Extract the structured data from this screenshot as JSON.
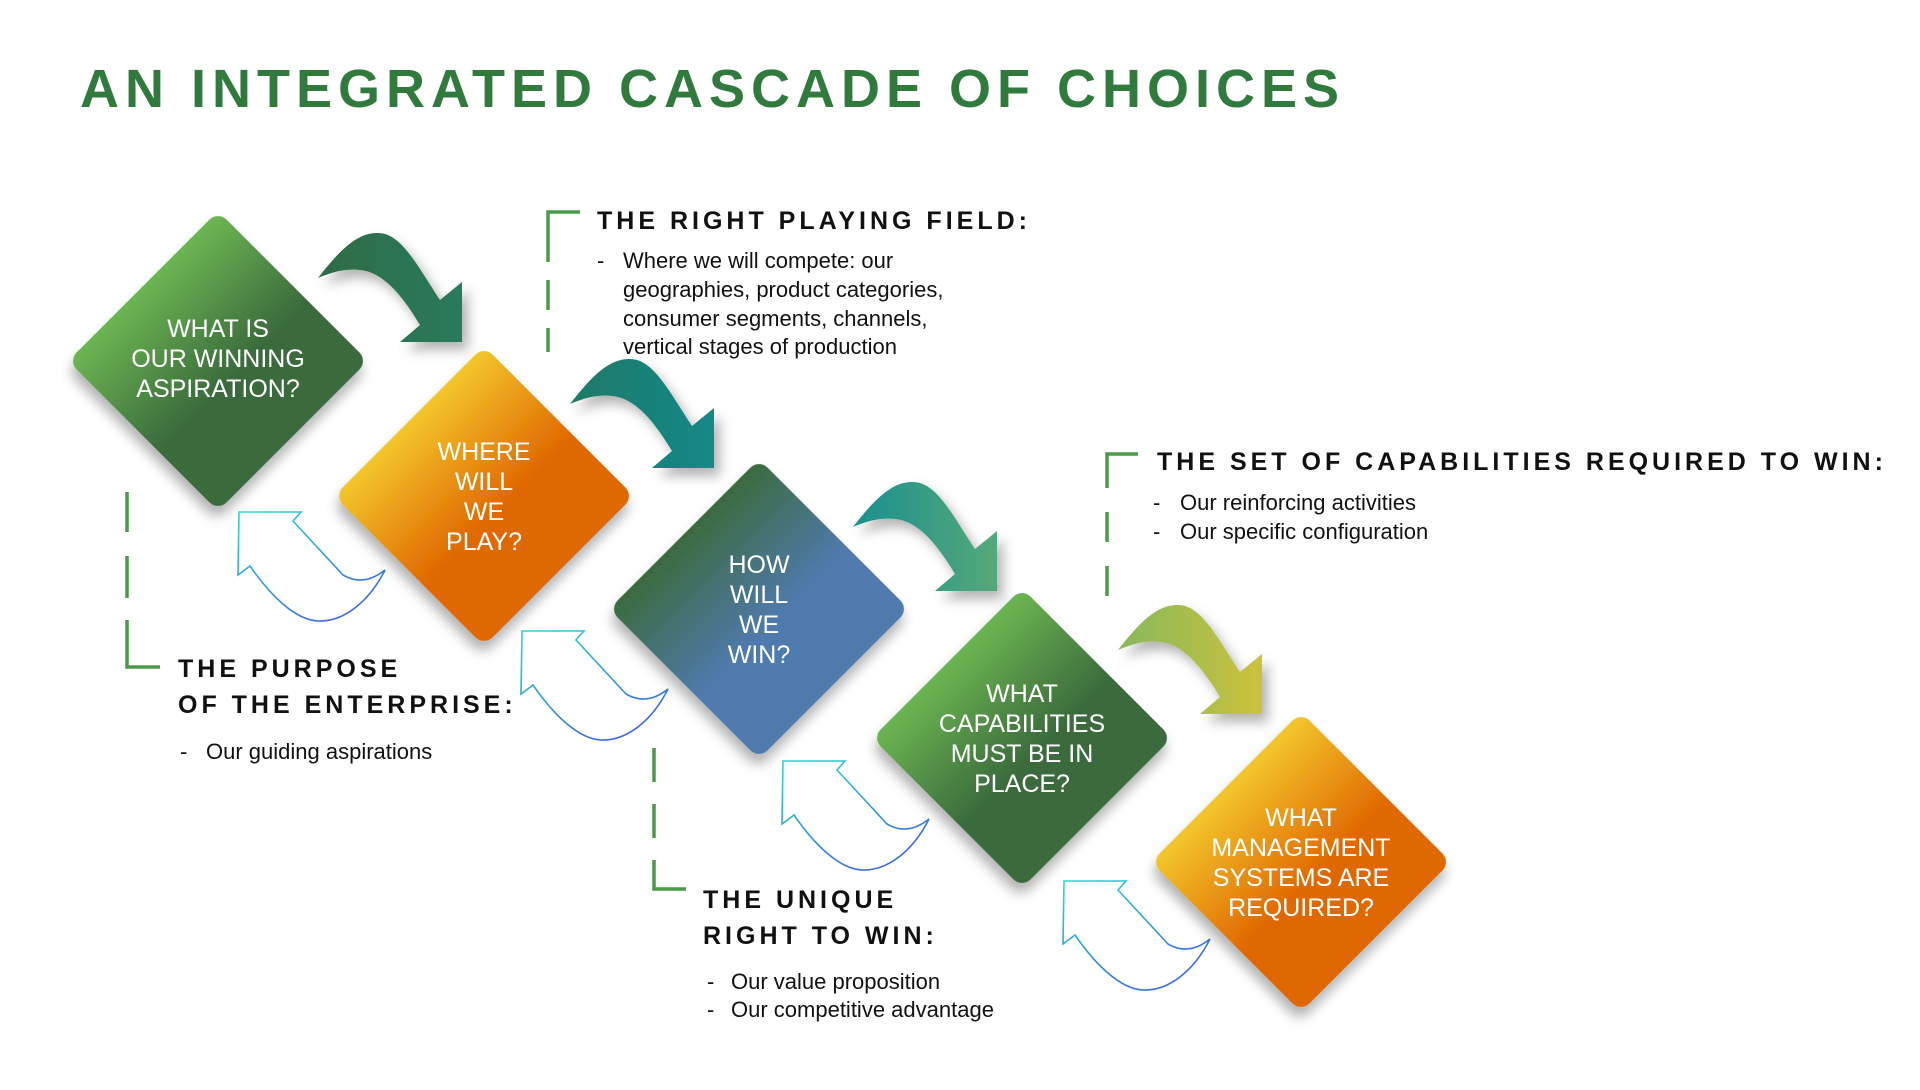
{
  "title": "AN INTEGRATED CASCADE OF CHOICES",
  "diamonds": [
    {
      "lines": [
        "WHAT IS",
        "OUR WINNING",
        "ASPIRATION?"
      ],
      "color_from": "#6cb552",
      "color_to": "#3a6b3c"
    },
    {
      "lines": [
        "WHERE",
        "WILL",
        "WE",
        "PLAY?"
      ],
      "color_from": "#f2c62c",
      "color_to": "#e06800"
    },
    {
      "lines": [
        "HOW",
        "WILL",
        "WE",
        "WIN?"
      ],
      "color_from": "#3c6b3f",
      "color_to": "#4f7aae"
    },
    {
      "lines": [
        "WHAT",
        "CAPABILITIES",
        "MUST BE IN",
        "PLACE?"
      ],
      "color_from": "#6cb552",
      "color_to": "#3a6b3c"
    },
    {
      "lines": [
        "WHAT",
        "MANAGEMENT",
        "SYSTEMS ARE",
        "REQUIRED?"
      ],
      "color_from": "#f2c62c",
      "color_to": "#e06800"
    }
  ],
  "callouts": {
    "playing_field": {
      "heading": "THE RIGHT PLAYING FIELD:",
      "bullet_lines": [
        "Where we will compete: our",
        "geographies, product categories,",
        "consumer segments, channels,",
        "vertical stages of production"
      ]
    },
    "capabilities": {
      "heading": "THE SET OF CAPABILITIES REQUIRED TO WIN:",
      "bullets": [
        "Our reinforcing activities",
        "Our specific configuration"
      ]
    },
    "purpose": {
      "heading_lines": [
        "THE PURPOSE",
        "OF THE ENTERPRISE:"
      ],
      "bullets": [
        "Our guiding aspirations"
      ]
    },
    "unique": {
      "heading_lines": [
        "THE UNIQUE",
        "RIGHT TO WIN:"
      ],
      "bullets": [
        "Our value proposition",
        "Our competitive advantage"
      ]
    }
  },
  "bullet_marker": "-",
  "colors": {
    "title": "#2f7a3c",
    "bracket": "#4a9a4a"
  }
}
